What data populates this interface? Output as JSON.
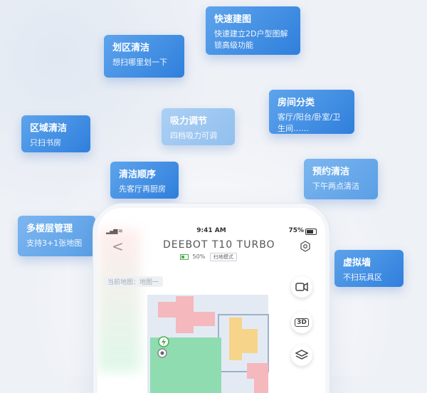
{
  "cards": {
    "quick_map": {
      "title": "快速建图",
      "desc": "快速建立2D户型图解锁高级功能"
    },
    "zone_clean": {
      "title": "划区清洁",
      "desc": "想扫哪里划一下"
    },
    "room_split": {
      "title": "房间分类",
      "desc": "客厅/阳台/卧室/卫生间……"
    },
    "suction": {
      "title": "吸力调节",
      "desc": "四档吸力可调"
    },
    "area_clean": {
      "title": "区域清洁",
      "desc": "只扫书房"
    },
    "clean_order": {
      "title": "清洁顺序",
      "desc": "先客厅再厨房"
    },
    "schedule": {
      "title": "预约清洁",
      "desc": "下午两点清洁"
    },
    "multi_floor": {
      "title": "多楼层管理",
      "desc": "支持3+1张地图"
    },
    "virtual_wall": {
      "title": "虚拟墙",
      "desc": "不扫玩具区"
    }
  },
  "phone": {
    "status": {
      "time": "9:41 AM",
      "battery": "75%"
    },
    "device_name": "DEEBOT T10 TURBO",
    "battery_level": "50%",
    "mode": "扫地模式",
    "map_label": "当前地图：地图一"
  },
  "colors": {
    "card_strong": "#2f7fdc",
    "card_light": "#8dbdee",
    "room_pink": "#f4b8bd",
    "room_yellow": "#f6d58a",
    "room_green": "#8fdcb1",
    "room_blue": "#cfd9ea"
  }
}
